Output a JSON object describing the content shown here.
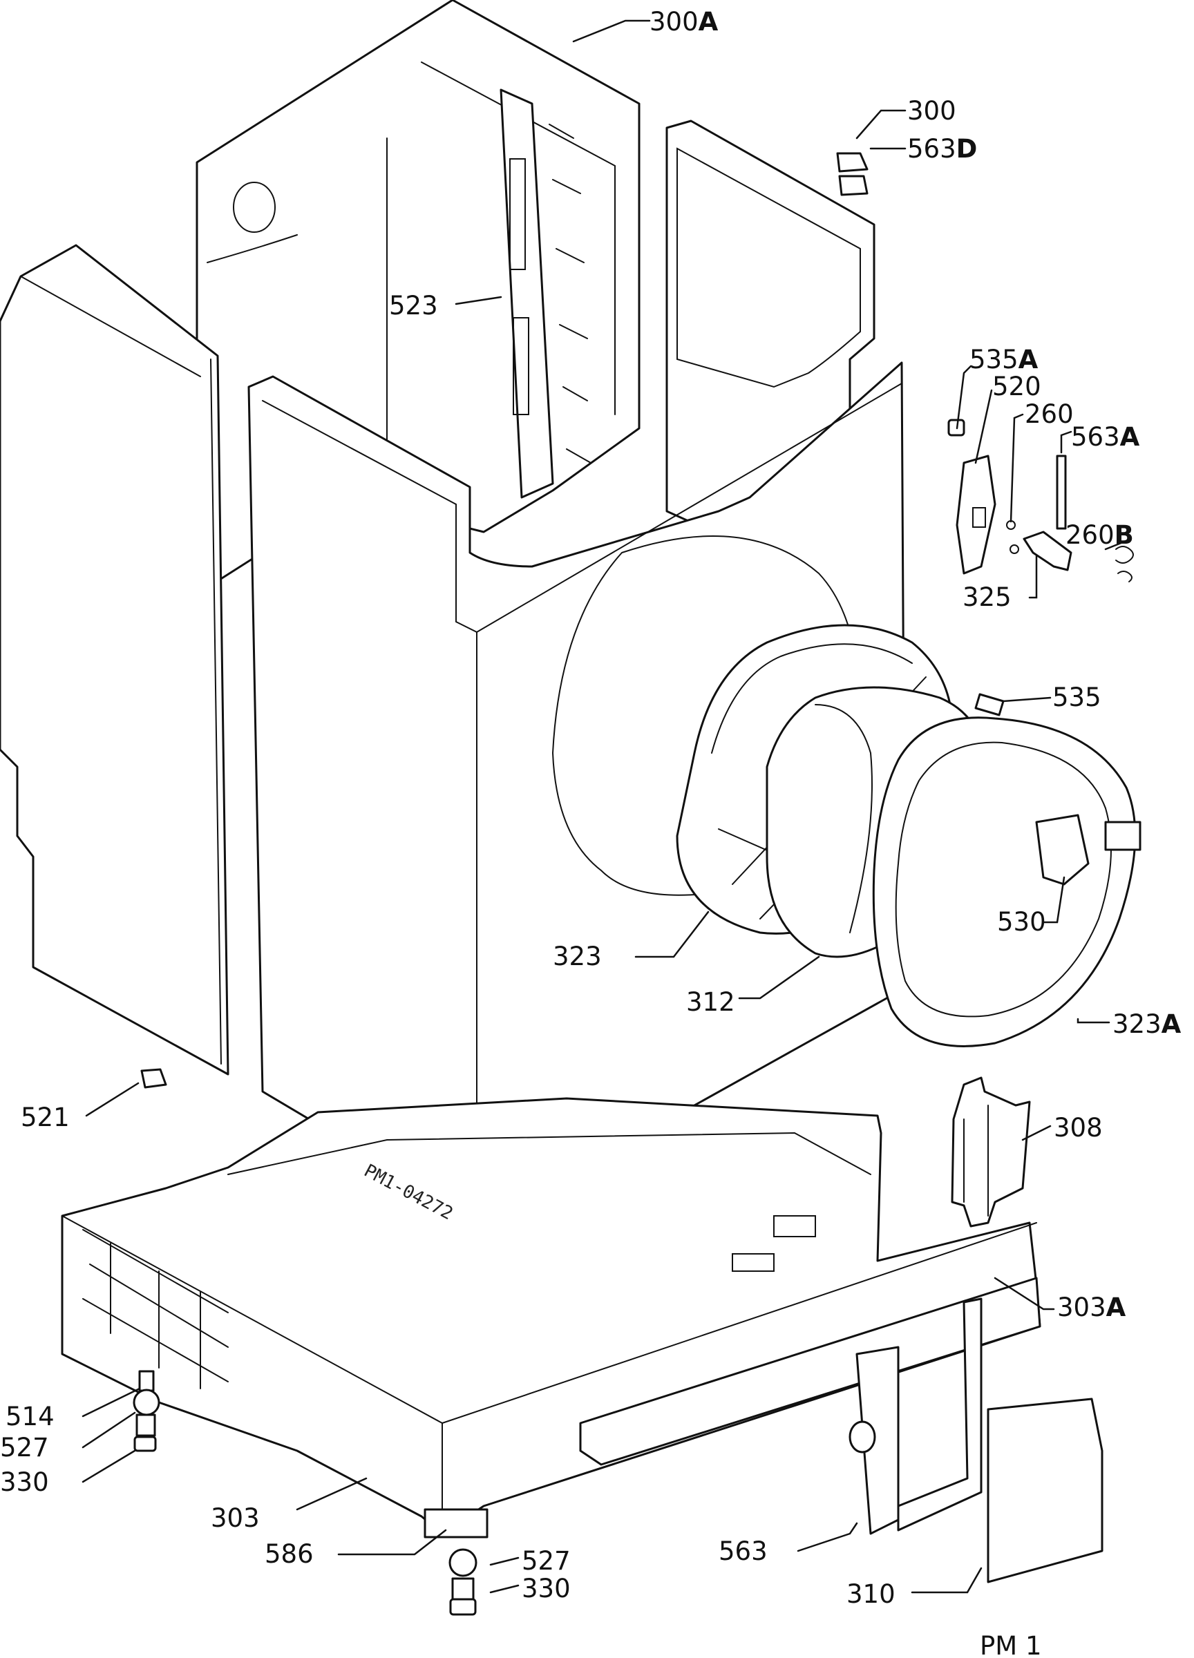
{
  "sheet": "PM 1",
  "drawing_code": "PM1-04272",
  "parts": [
    {
      "id": "300A",
      "num": "300",
      "suffix": "A"
    },
    {
      "id": "300",
      "num": "300",
      "suffix": ""
    },
    {
      "id": "563D",
      "num": "563",
      "suffix": "D"
    },
    {
      "id": "523",
      "num": "523",
      "suffix": ""
    },
    {
      "id": "535A",
      "num": "535",
      "suffix": "A"
    },
    {
      "id": "520",
      "num": "520",
      "suffix": ""
    },
    {
      "id": "260",
      "num": "260",
      "suffix": ""
    },
    {
      "id": "563A",
      "num": "563",
      "suffix": "A"
    },
    {
      "id": "260B",
      "num": "260",
      "suffix": "B"
    },
    {
      "id": "325",
      "num": "325",
      "suffix": ""
    },
    {
      "id": "535",
      "num": "535",
      "suffix": ""
    },
    {
      "id": "530",
      "num": "530",
      "suffix": ""
    },
    {
      "id": "323",
      "num": "323",
      "suffix": ""
    },
    {
      "id": "312",
      "num": "312",
      "suffix": ""
    },
    {
      "id": "323A",
      "num": "323",
      "suffix": "A"
    },
    {
      "id": "521",
      "num": "521",
      "suffix": ""
    },
    {
      "id": "308",
      "num": "308",
      "suffix": ""
    },
    {
      "id": "303A",
      "num": "303",
      "suffix": "A"
    },
    {
      "id": "514",
      "num": "514",
      "suffix": ""
    },
    {
      "id": "527",
      "num": "527",
      "suffix": ""
    },
    {
      "id": "330",
      "num": "330",
      "suffix": ""
    },
    {
      "id": "303",
      "num": "303",
      "suffix": ""
    },
    {
      "id": "586",
      "num": "586",
      "suffix": ""
    },
    {
      "id": "563",
      "num": "563",
      "suffix": ""
    },
    {
      "id": "527b",
      "num": "527",
      "suffix": ""
    },
    {
      "id": "330b",
      "num": "330",
      "suffix": ""
    },
    {
      "id": "310",
      "num": "310",
      "suffix": ""
    }
  ]
}
